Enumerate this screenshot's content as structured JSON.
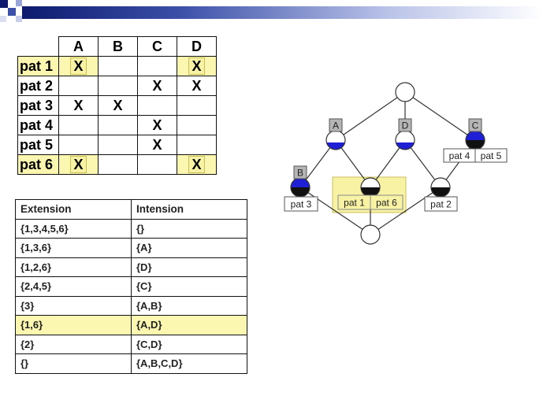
{
  "context_table": {
    "columns": [
      "A",
      "B",
      "C",
      "D"
    ],
    "rows": [
      {
        "label": "pat 1",
        "cells": [
          "X",
          "",
          "",
          "X"
        ],
        "highlight": true
      },
      {
        "label": "pat 2",
        "cells": [
          "",
          "",
          "X",
          "X"
        ],
        "highlight": false
      },
      {
        "label": "pat 3",
        "cells": [
          "X",
          "X",
          "",
          ""
        ],
        "highlight": false
      },
      {
        "label": "pat 4",
        "cells": [
          "",
          "",
          "X",
          ""
        ],
        "highlight": false
      },
      {
        "label": "pat 5",
        "cells": [
          "",
          "",
          "X",
          ""
        ],
        "highlight": false
      },
      {
        "label": "pat 6",
        "cells": [
          "X",
          "",
          "",
          "X"
        ],
        "highlight": true
      }
    ]
  },
  "concept_table": {
    "headers": [
      "Extension",
      "Intension"
    ],
    "rows": [
      {
        "extension": "{1,3,4,5,6}",
        "intension": "{}",
        "highlight": false
      },
      {
        "extension": "{1,3,6}",
        "intension": "{A}",
        "highlight": false
      },
      {
        "extension": "{1,2,6}",
        "intension": "{D}",
        "highlight": false
      },
      {
        "extension": "{2,4,5}",
        "intension": "{C}",
        "highlight": false
      },
      {
        "extension": "{3}",
        "intension": "{A,B}",
        "highlight": false
      },
      {
        "extension": "{1,6}",
        "intension": "{A,D}",
        "highlight": true
      },
      {
        "extension": "{2}",
        "intension": "{C,D}",
        "highlight": false
      },
      {
        "extension": "{}",
        "intension": "{A,B,C,D}",
        "highlight": false
      }
    ]
  },
  "lattice": {
    "attribute_labels": {
      "A": "A",
      "D": "D",
      "C": "C",
      "B": "B"
    },
    "object_labels": {
      "pat4": "pat 4",
      "pat5": "pat 5",
      "pat3": "pat 3",
      "pat1": "pat 1",
      "pat6": "pat 6",
      "pat2": "pat 2"
    },
    "colors": {
      "attribute_fill": "#1f1fd6",
      "object_fill": "#111111",
      "highlight": "#f8f3a4",
      "label_box": "#b5b5b5"
    }
  }
}
